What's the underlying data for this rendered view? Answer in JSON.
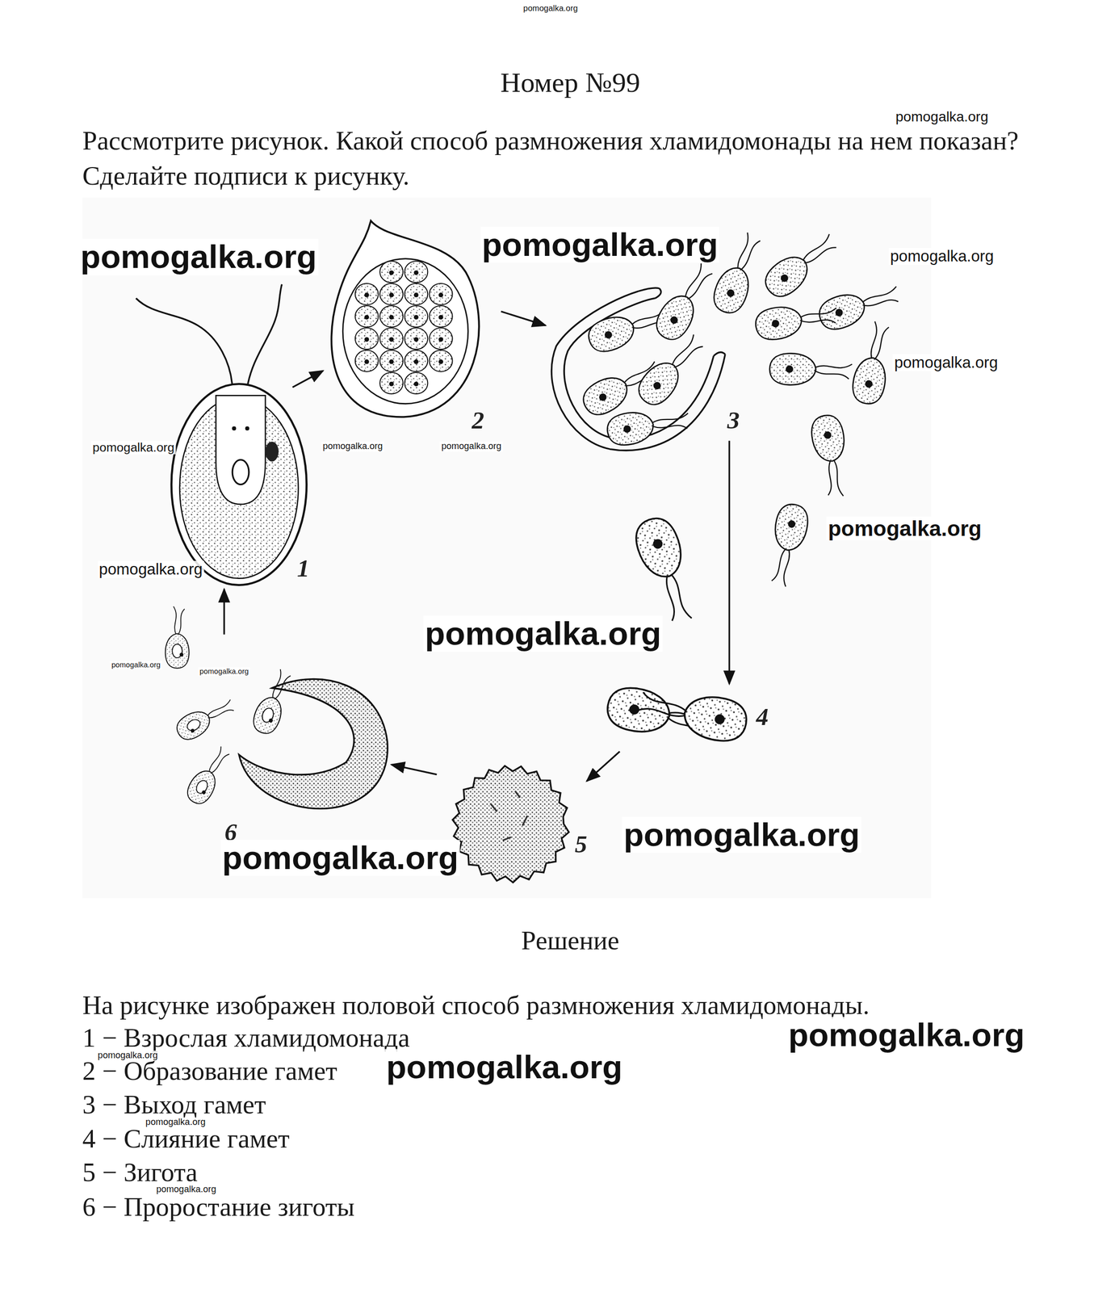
{
  "diagram": {
    "title": "Номер №99",
    "labels": [
      "pomogalka.org",
      "Рассмотрите рисунок. Какой способ размножения хламидомонады на нем показан? Сделайте подписи к рисунку.",
      "pomogalka.org",
      "pomogalka.org",
      "pomogalka.org",
      "pomogalka.org",
      "pomogalka.org",
      "pomogalka.org",
      "pomogalka.org",
      "pomogalka.org",
      "pomogalka.org",
      "pomogalka.org",
      "1",
      "2",
      "3",
      "pomogalka.org",
      "pomogalka.org",
      "pomogalka.org",
      "4",
      "pomogalka.org",
      "6",
      "5",
      "pomogalka.org",
      "Решение",
      "На рисунке изображен половой способ размножения хламидомонады.",
      "1 − Взрослая хламидомонада",
      "pomogalka.org",
      "pomogalka.org",
      "2 − Образование гамет",
      "pomogalka.org",
      "3 − Выход гамет",
      "pomogalka.org",
      "4 − Слияние гамет",
      "5 − Зигота",
      "pomogalka.org",
      "6 − Проростание зиготы"
    ]
  }
}
